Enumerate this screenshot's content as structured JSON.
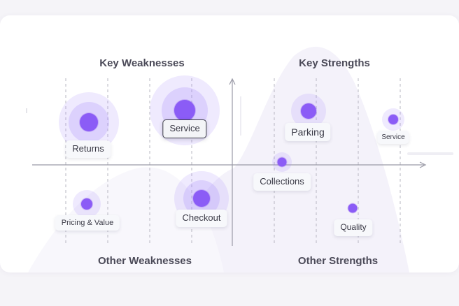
{
  "quadrants": {
    "top_left": "Key Weaknesses",
    "top_right": "Key Strengths",
    "bottom_left": "Other Weaknesses",
    "bottom_right": "Other Strengths"
  },
  "colors": {
    "dot": "#8b5cf6",
    "halo": "#a78bfa",
    "axis": "#9a9aa6",
    "gridline": "#b7b7c2",
    "background_shape": "#f4f2fa"
  },
  "points": [
    {
      "label": "Returns",
      "size": "large",
      "highlighted": false
    },
    {
      "label": "Service",
      "size": "large",
      "highlighted": true
    },
    {
      "label": "Pricing & Value",
      "size": "small",
      "highlighted": false
    },
    {
      "label": "Checkout",
      "size": "large",
      "highlighted": false
    },
    {
      "label": "Parking",
      "size": "medium",
      "highlighted": false
    },
    {
      "label": "Service",
      "size": "small",
      "highlighted": false
    },
    {
      "label": "Collections",
      "size": "small",
      "highlighted": false
    },
    {
      "label": "Quality",
      "size": "dot",
      "highlighted": false
    }
  ]
}
